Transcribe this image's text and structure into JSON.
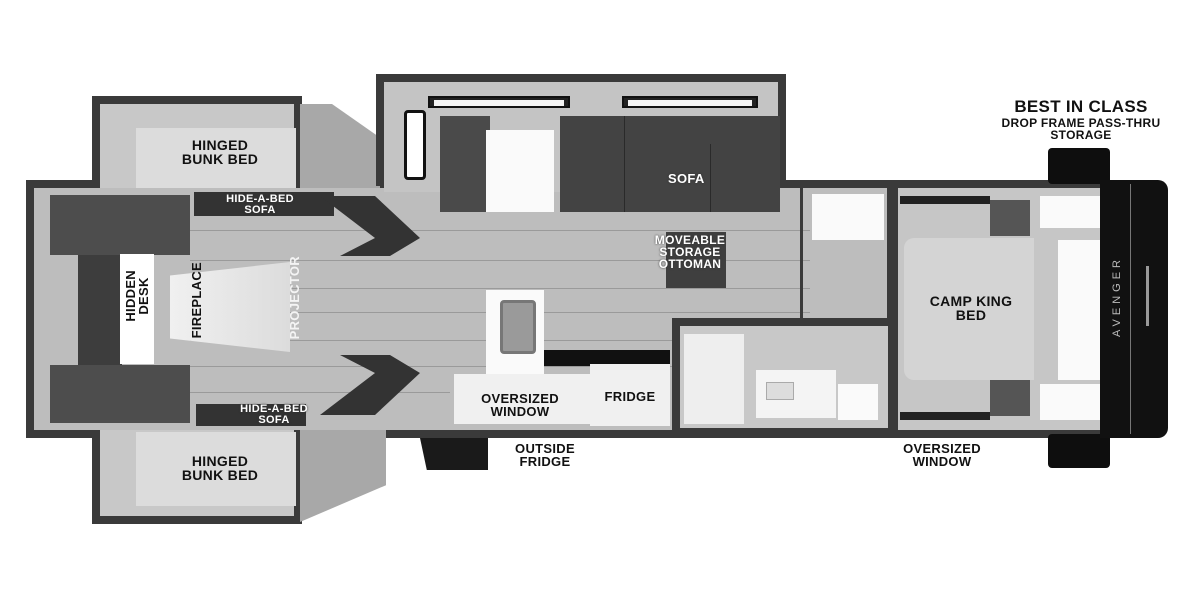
{
  "floorplan": {
    "brand": "AVENGER",
    "labels": {
      "best_in_class_title": "BEST IN CLASS",
      "best_in_class_sub1": "DROP FRAME PASS-THRU",
      "best_in_class_sub2": "STORAGE",
      "bunk_top_1": "HINGED",
      "bunk_top_2": "BUNK BED",
      "bunk_bottom_1": "HINGED",
      "bunk_bottom_2": "BUNK BED",
      "hide_top_1": "HIDE-A-BED",
      "hide_top_2": "SOFA",
      "hide_bottom_1": "HIDE-A-BED",
      "hide_bottom_2": "SOFA",
      "hidden_desk_1": "HIDDEN",
      "hidden_desk_2": "DESK",
      "fireplace": "FIREPLACE",
      "projector": "PROJECTOR",
      "sofa": "SOFA",
      "ottoman_1": "MOVEABLE",
      "ottoman_2": "STORAGE",
      "ottoman_3": "OTTOMAN",
      "oversized_window_kitchen_1": "OVERSIZED",
      "oversized_window_kitchen_2": "WINDOW",
      "fridge": "FRIDGE",
      "outside_fridge_1": "OUTSIDE",
      "outside_fridge_2": "FRIDGE",
      "camp_king_1": "CAMP KING",
      "camp_king_2": "BED",
      "oversized_window_bed_1": "OVERSIZED",
      "oversized_window_bed_2": "WINDOW"
    },
    "colors": {
      "wall": "#3a3a3a",
      "floor": "#bdbdbd",
      "furniture_dark": "#4a4a4a",
      "cap": "#111111"
    }
  }
}
